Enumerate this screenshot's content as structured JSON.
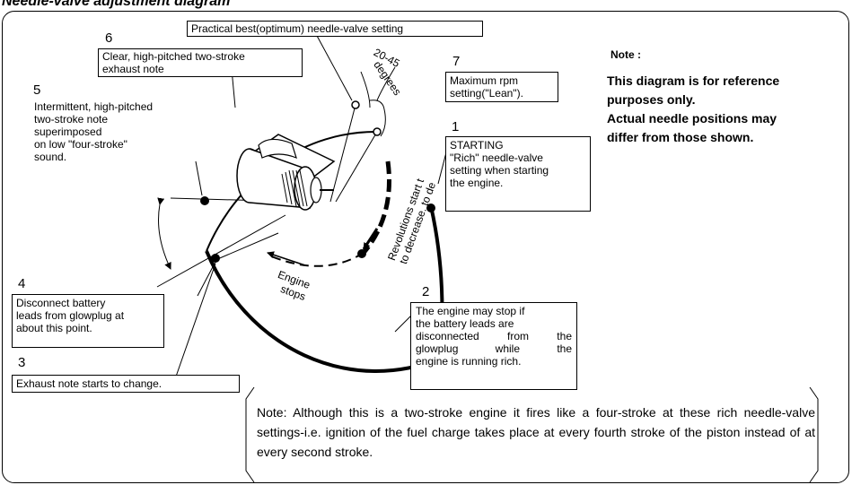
{
  "title": "Needle-valve adjustment diagram",
  "notes": {
    "heading": "Note :",
    "lines": [
      "This diagram is for reference",
      "purposes only.",
      "Actual needle positions may",
      "differ from those shown."
    ]
  },
  "labels": {
    "p1": {
      "num": "1",
      "lines": [
        "STARTING",
        "\"Rich\" needle-valve",
        "setting when starting",
        "the engine."
      ]
    },
    "p2": {
      "num": "2",
      "lines": [
        "The engine may stop if",
        "the battery leads are",
        "disconnected from the",
        "glowplug while the",
        "engine is running rich."
      ]
    },
    "p3": {
      "num": "3",
      "text": "Exhaust note starts to change."
    },
    "p4": {
      "num": "4",
      "lines": [
        "Disconnect battery",
        "leads from glowplug at",
        "about this point."
      ]
    },
    "p5": {
      "num": "5",
      "lines": [
        "Intermittent, high-pitched",
        "two-stroke note",
        "superimposed",
        "on low \"four-stroke\"",
        "sound."
      ]
    },
    "p6": {
      "num": "6",
      "lines": [
        "Clear, high-pitched two-stroke",
        "exhaust note"
      ]
    },
    "p7": {
      "num": "7",
      "lines": [
        "Maximum rpm",
        "setting(\"Lean\")."
      ]
    },
    "optimum": "Practical best(optimum) needle-valve setting",
    "angle_top": "20-45",
    "angle_bottom": "degrees",
    "revs_line1": "Revolutions start t",
    "revs_line2": "to decrease. to de",
    "engine_stops_1": "Engine",
    "engine_stops_2": "stops"
  },
  "bottom_note": "Note: Although this is a two-stroke engine it fires like a four-stroke at these rich needle-valve settings-i.e. ignition of the fuel charge takes place at every fourth stroke of the piston instead of at every second stroke."
}
